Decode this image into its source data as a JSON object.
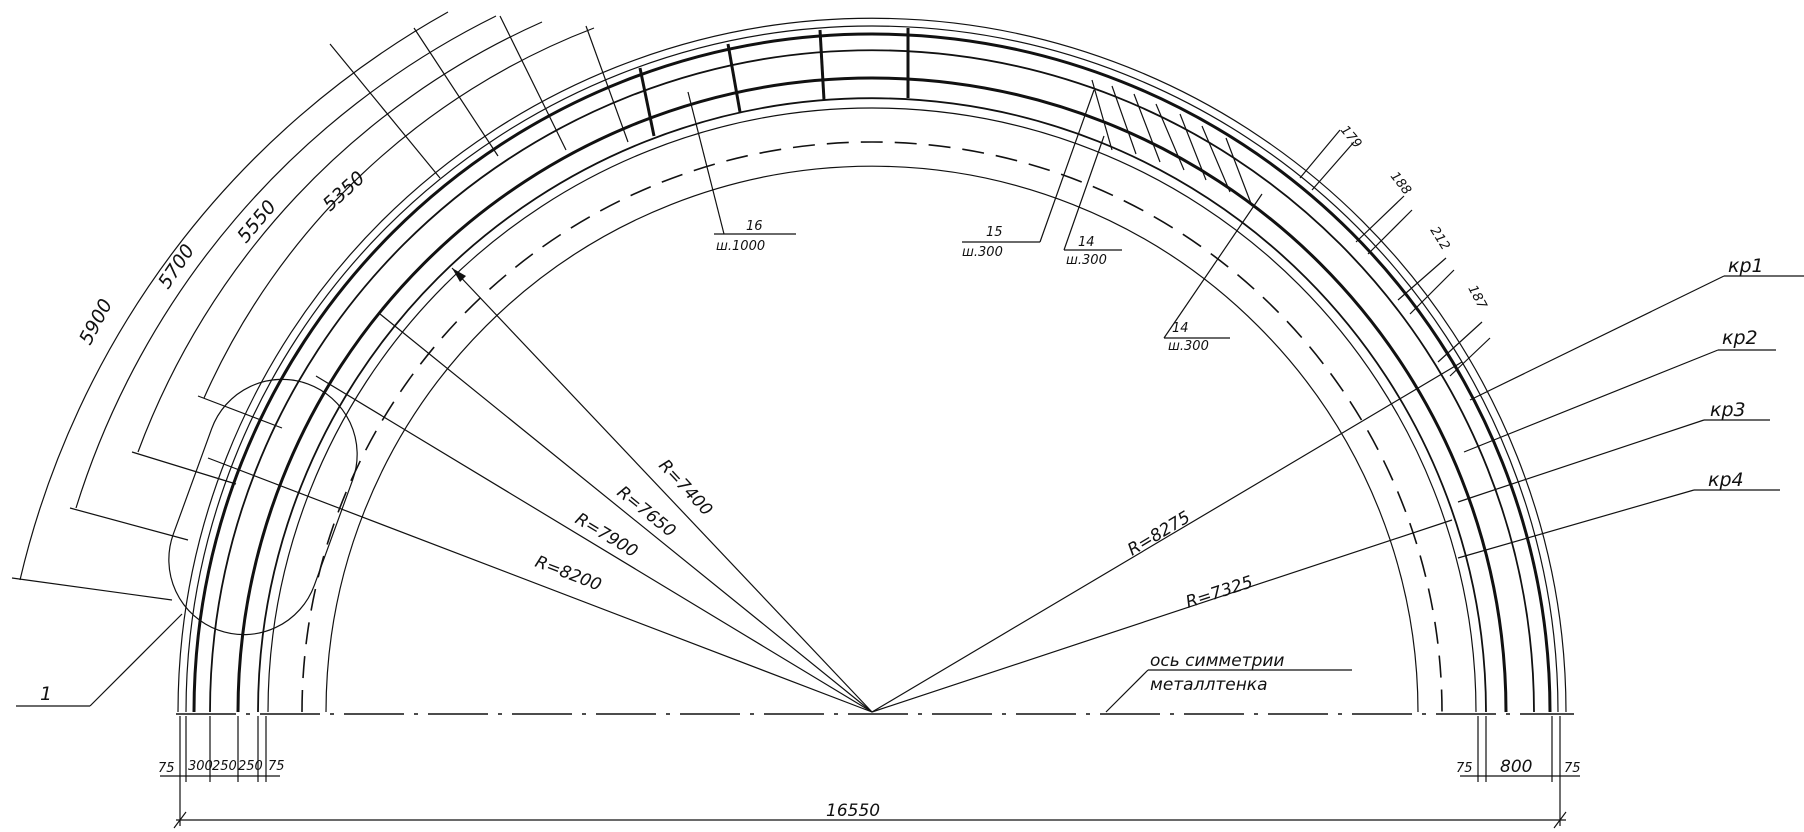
{
  "radii": {
    "r8200": "R=8200",
    "r7900": "R=7900",
    "r7650": "R=7650",
    "r7400": "R=7400",
    "r8275": "R=8275",
    "r7325": "R=7325"
  },
  "arc_dims": [
    "5900",
    "5700",
    "5550",
    "5350"
  ],
  "ring_labels": [
    "кр1",
    "кр2",
    "кр3",
    "кр4"
  ],
  "small_dims": [
    "179",
    "188",
    "212",
    "187"
  ],
  "callouts": {
    "c16": {
      "num": "16",
      "sub": "ш.1000"
    },
    "c15": {
      "num": "15",
      "sub": "ш.300"
    },
    "c14a": {
      "num": "14",
      "sub": "ш.300"
    },
    "c14b": {
      "num": "14",
      "sub": "ш.300"
    }
  },
  "detail": "1",
  "axis_note": {
    "line1": "ось симметрии",
    "line2": "металлтенка"
  },
  "bottom_left_dims": [
    "75",
    "300",
    "250",
    "250",
    "75"
  ],
  "bottom_right_dims": [
    "75",
    "800",
    "75"
  ],
  "overall_dim": "16550"
}
